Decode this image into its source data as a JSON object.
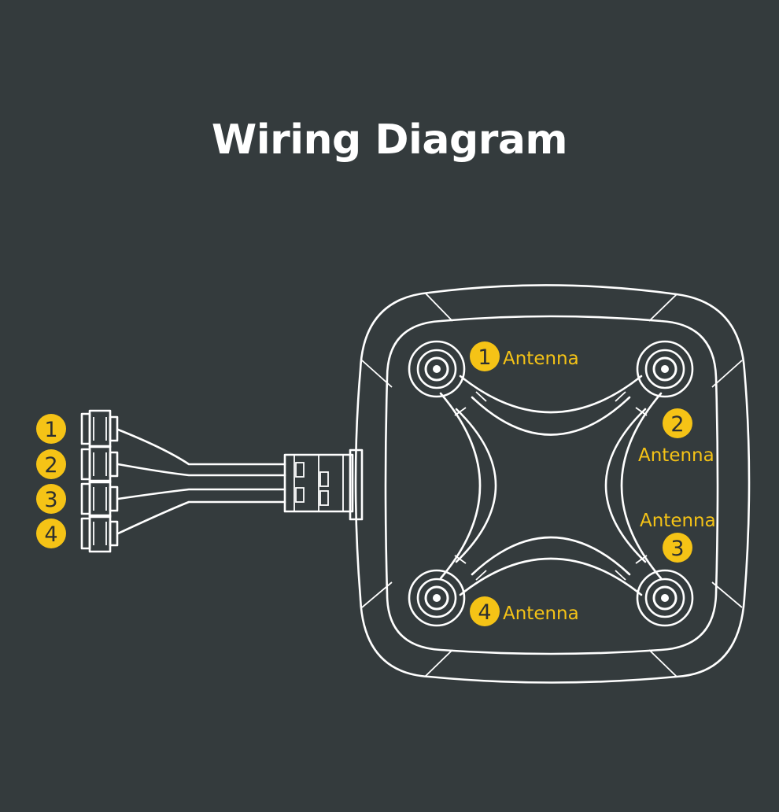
{
  "title": "Wiring Diagram",
  "antennas": [
    {
      "number": "1",
      "label": "Antenna"
    },
    {
      "number": "2",
      "label": "Antenna"
    },
    {
      "number": "3",
      "label": "Antenna"
    },
    {
      "number": "4",
      "label": "Antenna"
    }
  ],
  "connectors": [
    {
      "number": "1"
    },
    {
      "number": "2"
    },
    {
      "number": "3"
    },
    {
      "number": "4"
    }
  ],
  "colors": {
    "background": "#343b3d",
    "line": "#ffffff",
    "accent": "#f5c316",
    "badge_text": "#2d2f2f"
  }
}
